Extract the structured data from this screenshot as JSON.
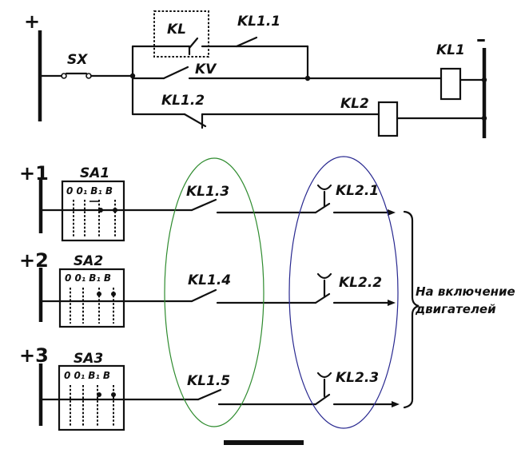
{
  "top": {
    "plus": "+",
    "minus": "–",
    "sx": "SX",
    "kl_box": "KL",
    "kl11": "KL1.1",
    "kv": "KV",
    "kl12": "KL1.2",
    "kl1_coil": "KL1",
    "kl2_coil": "KL2"
  },
  "rows": [
    {
      "polarity": "+1",
      "switch": "SA1",
      "header": "0 0₁ B₁ B",
      "contact1": "KL1.3",
      "contact2": "KL2.1"
    },
    {
      "polarity": "+2",
      "switch": "SA2",
      "header": "0 0₁ B₁ B",
      "contact1": "KL1.4",
      "contact2": "KL2.2"
    },
    {
      "polarity": "+3",
      "switch": "SA3",
      "header": "0 0₁ B₁ B",
      "contact1": "KL1.5",
      "contact2": "KL2.3"
    }
  ],
  "output_label": [
    "На включение",
    "двигателей"
  ],
  "colors": {
    "green_ellipse": "#2e8b2e",
    "blue_ellipse": "#27278f",
    "ink": "#111111"
  }
}
